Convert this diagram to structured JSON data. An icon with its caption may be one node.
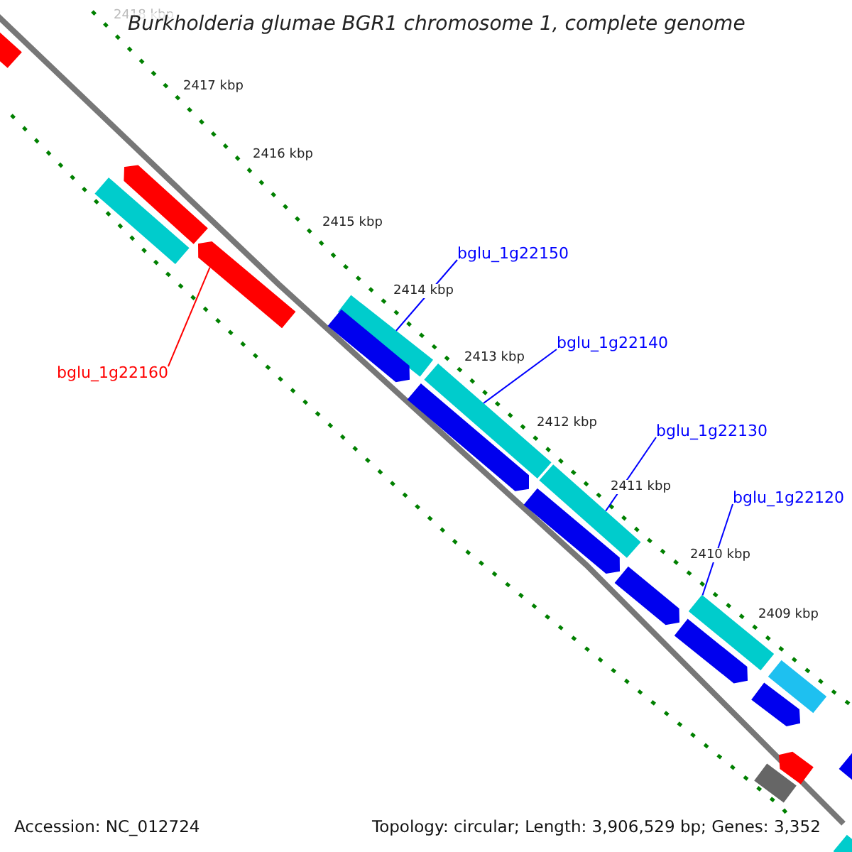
{
  "diagram": {
    "title": "Burkholderia glumae BGR1 chromosome 1, complete genome",
    "nodes": [
      {
        "text": [
          "bglu_1g22150"
        ]
      },
      {
        "text": [
          "bglu_1g22140"
        ]
      },
      {
        "text": [
          "bglu_1g22160"
        ]
      },
      {
        "text": [
          "bglu_1g22130"
        ]
      },
      {
        "text": [
          "bglu_1g22120"
        ]
      },
      {
        "text": [],
        "shape": "bar"
      },
      {
        "text": [],
        "shape": "bar"
      },
      {
        "text": [],
        "shape": "bar"
      },
      {
        "text": [],
        "shape": "bar"
      },
      {
        "text": [],
        "shape": "bar"
      },
      {
        "text": [],
        "shape": "bar"
      },
      {
        "text": [],
        "shape": "bar"
      },
      {
        "text": [],
        "shape": "bar"
      },
      {
        "text": [],
        "shape": "bar"
      },
      {
        "text": [],
        "shape": "bar"
      },
      {
        "text": [],
        "shape": "bar"
      },
      {
        "text": [],
        "shape": "bar"
      },
      {
        "text": [],
        "shape": "bar"
      },
      {
        "text": [],
        "shape": "bar"
      },
      {
        "text": [],
        "shape": "bar"
      },
      {
        "text": [],
        "shape": "bar"
      },
      {
        "text": [],
        "shape": "bar"
      },
      {
        "text": [],
        "shape": "bar"
      },
      {
        "text": [],
        "shape": "bar"
      }
    ],
    "edges": [
      {
        "from": 0,
        "to": 9,
        "arrow": "none"
      },
      {
        "from": 1,
        "to": 12,
        "arrow": "none"
      },
      {
        "from": 2,
        "to": 8,
        "arrow": "none",
        "color": "#ff0000"
      },
      {
        "from": 3,
        "to": 14,
        "arrow": "none"
      },
      {
        "from": 4,
        "to": 17,
        "arrow": "none"
      }
    ],
    "labels": [
      "2418 kbp",
      "2417 kbp",
      "2416 kbp",
      "2415 kbp",
      "2414 kbp",
      "2413 kbp",
      "2412 kbp",
      "2411 kbp",
      "2410 kbp",
      "2409 kbp",
      "Accession: NC_012724",
      "Topology: circular; Length: 3,906,529 bp; Genes: 3,352"
    ]
  }
}
